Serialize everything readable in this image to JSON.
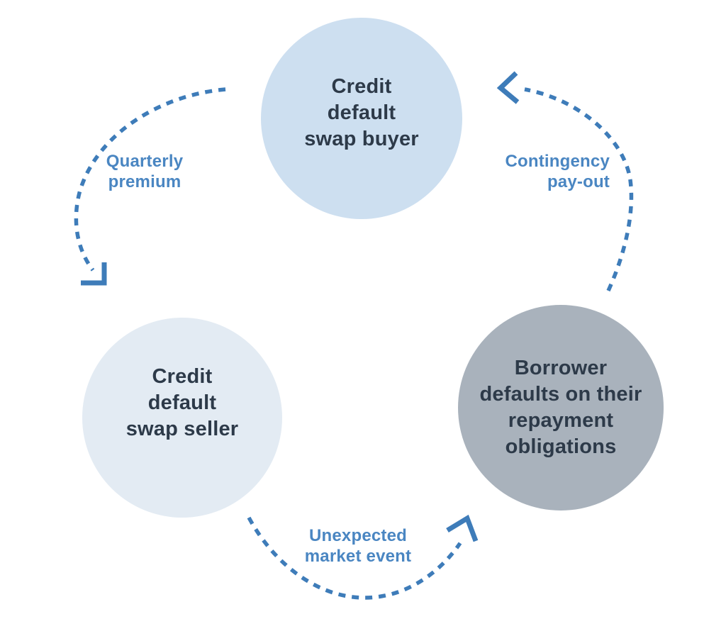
{
  "diagram": {
    "type": "cycle-diagram",
    "colors": {
      "background": "#ffffff",
      "arrow": "#3e7cb9",
      "label": "#4a86c2",
      "node_text": "#2d3a49"
    },
    "nodes": [
      {
        "id": "credit-default-swap-buyer",
        "label": "Credit\ndefault\nswap buyer",
        "fill": "#cddff0"
      },
      {
        "id": "credit-default-swap-seller",
        "label": "Credit\ndefault\nswap seller",
        "fill": "#e3ebf3"
      },
      {
        "id": "borrower-defaults",
        "label": "Borrower\ndefaults on their\nrepayment\nobligations",
        "fill": "#a9b2bc"
      }
    ],
    "edges": [
      {
        "id": "quarterly-premium",
        "label": "Quarterly\npremium",
        "from": "credit-default-swap-buyer",
        "to": "credit-default-swap-seller"
      },
      {
        "id": "unexpected-market-event",
        "label": "Unexpected\nmarket event",
        "from": "credit-default-swap-seller",
        "to": "borrower-defaults"
      },
      {
        "id": "contingency-pay-out",
        "label": "Contingency\npay-out",
        "from": "borrower-defaults",
        "to": "credit-default-swap-buyer"
      }
    ]
  }
}
